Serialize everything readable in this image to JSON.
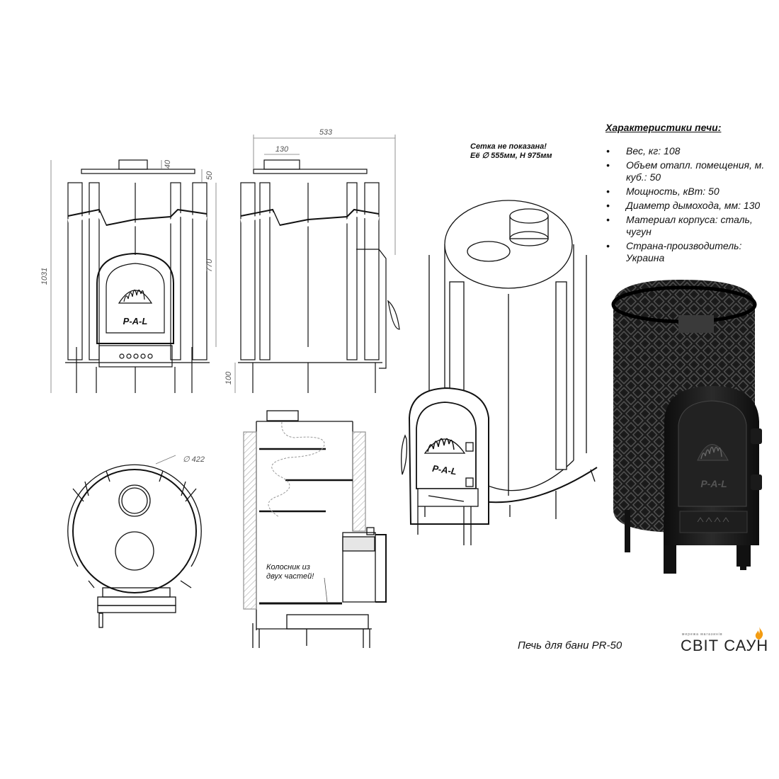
{
  "title": "Печь для бани PR-50",
  "specs": {
    "heading": "Характеристики печи:",
    "items": [
      "Вес, кг: 108",
      "Объем отапл. помещения, м. куб.: 50",
      "Мощность, кВт: 50",
      "Диаметр дымохода, мм: 130",
      "Материал корпуса: сталь, чугун",
      "Страна-производитель: Украина"
    ]
  },
  "notes": {
    "mesh_line1": "Сетка не показана!",
    "mesh_line2": "Её  ∅ 555мм, Н 975мм",
    "grate_line1": "Колосник из",
    "grate_line2": "двух частей!"
  },
  "dimensions": {
    "total_height": "1031",
    "body_height": "770",
    "top_offset": "50",
    "pipe_height": "40",
    "width": "533",
    "pipe_width": "130",
    "leg_height": "100",
    "diameter": "∅ 422"
  },
  "door_logo": "P-A-L",
  "brand": {
    "name": "СВІТ САУН",
    "tagline": "мережа магазинів",
    "flame_color": "#f39c12"
  }
}
